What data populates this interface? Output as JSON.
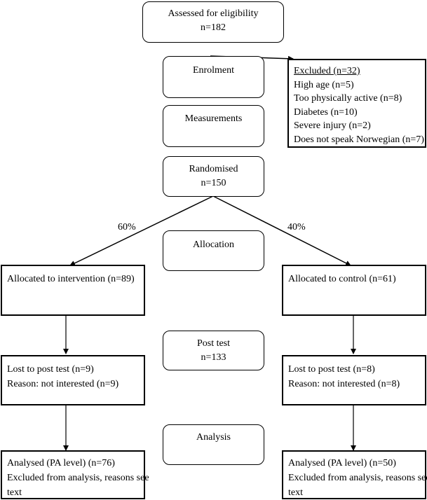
{
  "flow": {
    "assessed": {
      "title": "Assessed for eligibility",
      "count": "n=182"
    },
    "enrolment": {
      "title": "Enrolment"
    },
    "measurements": {
      "title": "Measurements"
    },
    "randomised": {
      "title": "Randomised",
      "count": "n=150"
    },
    "allocation": {
      "title": "Allocation"
    },
    "post_test": {
      "title": "Post test",
      "count": "n=133"
    },
    "analysis": {
      "title": "Analysis"
    }
  },
  "excluded": {
    "heading": "Excluded (n=32)",
    "reasons": [
      "High age (n=5)",
      "Too physically active (n=8)",
      "Diabetes (n=10)",
      "Severe injury (n=2)",
      "Does not speak Norwegian (n=7)"
    ]
  },
  "split": {
    "left_pct": "60%",
    "right_pct": "40%"
  },
  "intervention": {
    "allocated": "Allocated to intervention (n=89)",
    "lost": [
      "Lost to post test (n=9)",
      "Reason: not interested (n=9)"
    ],
    "analysed": [
      "Analysed (PA level) (n=76)",
      "Excluded from analysis, reasons see",
      "text"
    ]
  },
  "control": {
    "allocated": "Allocated to control (n=61)",
    "lost": [
      "Lost to post test (n=8)",
      "Reason: not interested (n=8)"
    ],
    "analysed": [
      "Analysed (PA level) (n=50)",
      "Excluded from analysis, reasons see",
      "text"
    ]
  }
}
